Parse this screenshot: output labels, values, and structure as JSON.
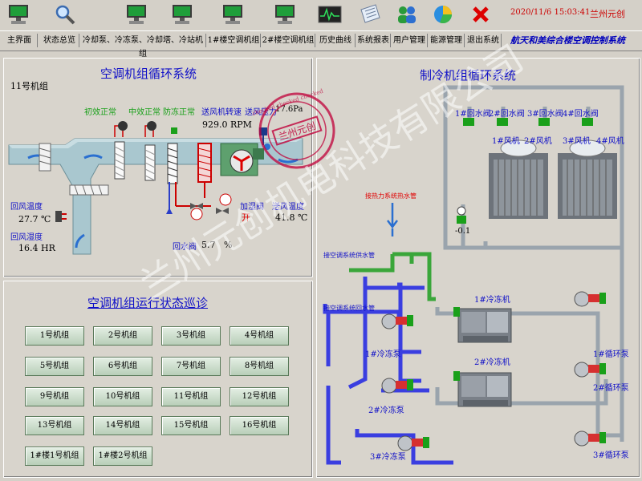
{
  "header": {
    "datetime": "2020/11/6 15:03:41",
    "brand": "兰州元创"
  },
  "toolbar_icons": [
    "monitor-icon",
    "search-icon",
    "monitor-icon",
    "monitor-icon",
    "monitor-icon",
    "monitor-icon",
    "oscilloscope-icon",
    "report-icon",
    "users-icon",
    "pie-chart-icon",
    "close-icon"
  ],
  "menu": {
    "items": [
      "主界面",
      "状态总览",
      "冷却泵、冷冻泵、冷却塔、冷站机组",
      "1#楼空调机组",
      "2#楼空调机组",
      "历史曲线",
      "系统报表",
      "用户管理",
      "能源管理",
      "退出系统"
    ],
    "title": "航天和美综合楼空调控制系统"
  },
  "ahu": {
    "title": "空调机组循环系统",
    "unit_name": "11号机组",
    "status_primary": "初效正常",
    "status_medium": "中效正常",
    "status_antifreeze": "防冻正常",
    "fan_speed_label": "送风机转速",
    "fan_speed_value": "929.0 RPM",
    "supply_pressure_label": "送风压力",
    "supply_pressure_value": "17.6Pa",
    "return_temp_label": "回风温度",
    "return_temp_value": "27.7",
    "return_temp_unit": "℃",
    "return_humidity_label": "回风湿度",
    "return_humidity_value": "16.4",
    "return_humidity_unit": "HR",
    "humidifier_label": "加湿阀",
    "humidifier_state": "开",
    "supply_temp_label": "送风温度",
    "supply_temp_value": "41.8",
    "supply_temp_unit": "℃",
    "return_valve_label": "回水阀",
    "return_valve_value": "5.7",
    "return_valve_unit": "%"
  },
  "diagnostics": {
    "title": "空调机组运行状态巡诊",
    "buttons": [
      "1号机组",
      "2号机组",
      "3号机组",
      "4号机组",
      "5号机组",
      "6号机组",
      "7号机组",
      "8号机组",
      "9号机组",
      "10号机组",
      "11号机组",
      "12号机组",
      "13号机组",
      "14号机组",
      "15号机组",
      "16号机组",
      "1#楼1号机组",
      "1#楼2号机组"
    ]
  },
  "chiller": {
    "title": "制冷机组循环系统",
    "valves": [
      "1#回水阀",
      "2#回水阀",
      "3#回水阀",
      "4#回水阀"
    ],
    "fans": [
      "1#风机",
      "2#风机",
      "3#风机",
      "4#风机"
    ],
    "pressure_value": "-0.1",
    "pipe_heat": "接热力系统热水管",
    "pipe_supply": "接空调系统供水管",
    "pipe_return": "接空调系统回水管",
    "chillers": [
      "1#冷冻机",
      "2#冷冻机"
    ],
    "chilled_pumps": [
      "1#冷冻泵",
      "2#冷冻泵",
      "3#冷冻泵"
    ],
    "circ_pumps": [
      "1#循环泵",
      "2#循环泵",
      "3#循环泵"
    ]
  },
  "stamp": {
    "text": "兰州元创",
    "ring": "checked  checked  checked"
  },
  "watermark": "兰州元创机电科技有限公司",
  "colors": {
    "ok": "#1aa01a",
    "label_blue": "#1010c8",
    "alarm_red": "#e00000",
    "stamp": "#c0003a"
  }
}
